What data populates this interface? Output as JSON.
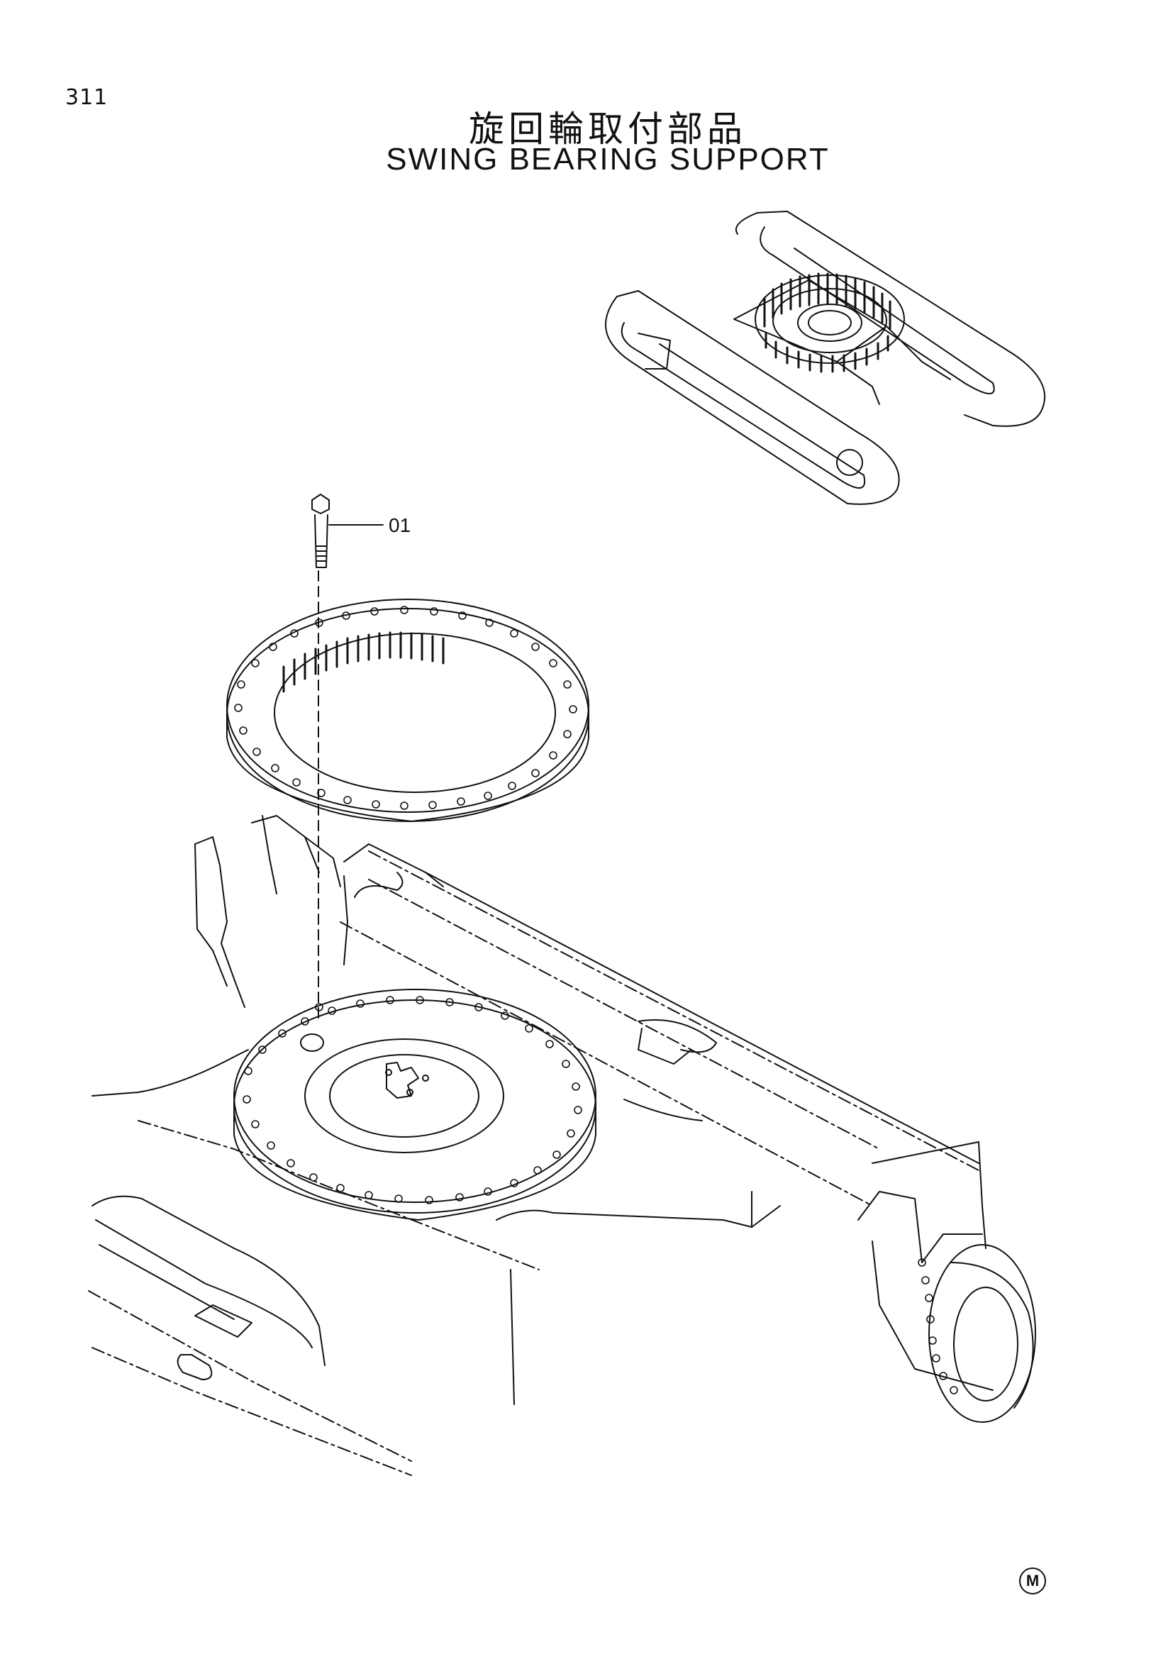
{
  "page": {
    "number": "311"
  },
  "title": {
    "japanese": "旋回輪取付部品",
    "english": "SWING BEARING SUPPORT"
  },
  "callouts": [
    {
      "id": "01",
      "part": "bolt"
    }
  ],
  "footer": {
    "mark": "M"
  }
}
